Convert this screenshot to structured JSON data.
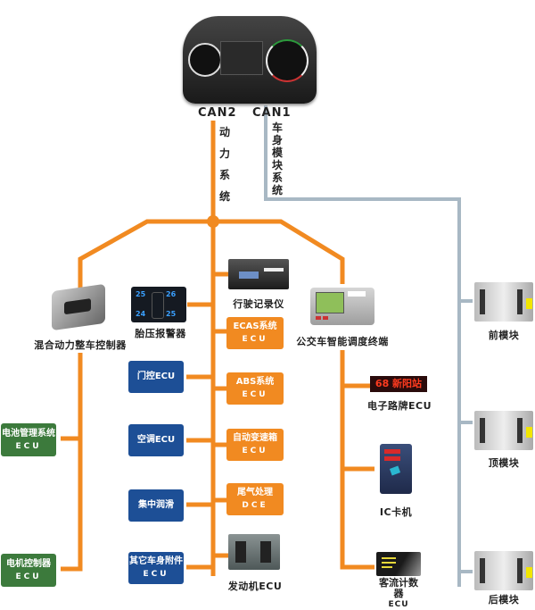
{
  "colors": {
    "power_bus": "#f18a21",
    "body_bus": "#a8b8c4",
    "blue_box": "#1d4f96",
    "orange_box": "#f18a21",
    "green_box": "#3c7a3c"
  },
  "top": {
    "instrument_cluster": "instrument-cluster",
    "can2": "CAN2",
    "can1": "CAN1",
    "power_system_vertical": [
      "动",
      "力",
      "系",
      "统"
    ],
    "body_system_vertical": [
      "车",
      "身",
      "模",
      "块",
      "系",
      "统"
    ]
  },
  "left": {
    "hybrid_controller": "混合动力整车控制器",
    "battery_mgmt": {
      "title": "电池管理系统",
      "sub": "ECU"
    },
    "motor_controller": {
      "title": "电机控制器",
      "sub": "ECU"
    }
  },
  "center_left": {
    "tpms": "胎压报警器",
    "tpms_values": [
      "25",
      "26",
      "24",
      "25"
    ],
    "door_ecu": "门控ECU",
    "ac_ecu": "空调ECU",
    "lubrication": "集中润滑",
    "other_body": {
      "title": "其它车身附件",
      "sub": "ECU"
    }
  },
  "center_right": {
    "tachograph": "行驶记录仪",
    "ecas": {
      "title": "ECAS系统",
      "sub": "ECU"
    },
    "abs": {
      "title": "ABS系统",
      "sub": "ECU"
    },
    "transmission": {
      "title": "自动变速箱",
      "sub": "ECU"
    },
    "exhaust": {
      "title": "尾气处理",
      "sub": "DCE"
    },
    "engine_ecu": "发动机ECU"
  },
  "right": {
    "dispatch_terminal": "公交车智能调度终端",
    "sign_display": "68 新阳站",
    "sign_ecu": "电子路牌ECU",
    "ic_card": "IC卡机",
    "passenger_counter": {
      "title": "客流计数器",
      "sub": "ECU"
    }
  },
  "body_modules": {
    "front": "前模块",
    "top": "顶模块",
    "rear": "后模块"
  }
}
